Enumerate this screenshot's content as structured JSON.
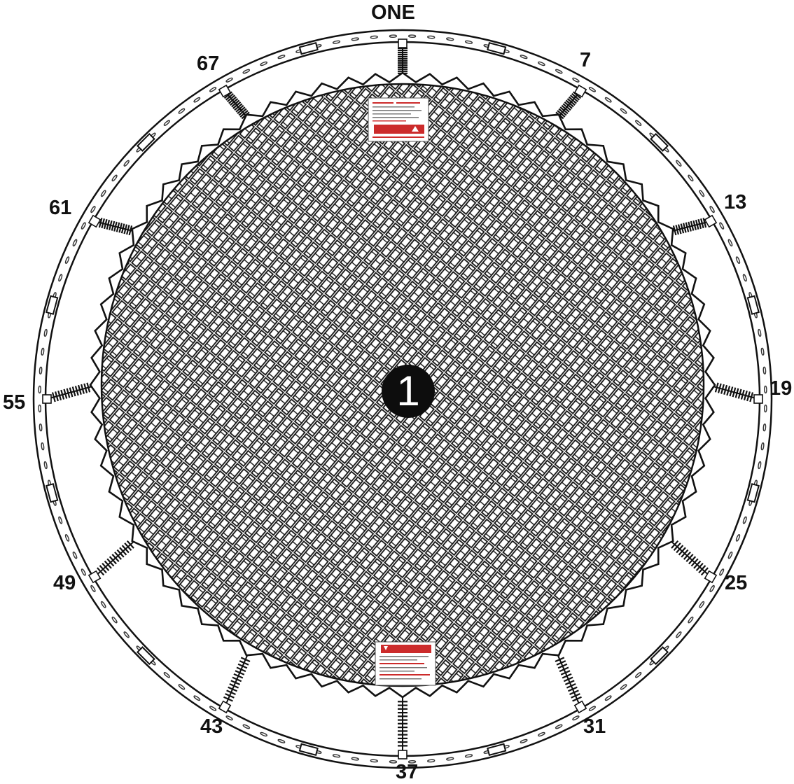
{
  "diagram": {
    "spring_position_labels": [
      {
        "id": "one",
        "text": "ONE"
      },
      {
        "id": "7",
        "text": "7"
      },
      {
        "id": "13",
        "text": "13"
      },
      {
        "id": "19",
        "text": "19"
      },
      {
        "id": "25",
        "text": "25"
      },
      {
        "id": "31",
        "text": "31"
      },
      {
        "id": "37",
        "text": "37"
      },
      {
        "id": "43",
        "text": "43"
      },
      {
        "id": "49",
        "text": "49"
      },
      {
        "id": "55",
        "text": "55"
      },
      {
        "id": "61",
        "text": "61"
      },
      {
        "id": "67",
        "text": "67"
      }
    ],
    "center_callout": "1",
    "colors": {
      "line": "#111111",
      "mat_fill": "#ffffff",
      "warning_label_accent": "#cc2b2b",
      "callout_fill": "#0d0d0d",
      "callout_text": "#ffffff"
    }
  }
}
